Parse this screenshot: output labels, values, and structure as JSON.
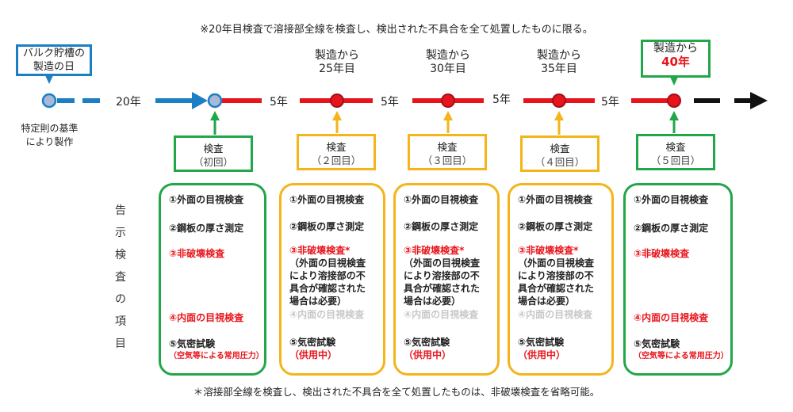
{
  "notes": {
    "top": "※20年目検査で溶接部全線を検査し、検出された不具合を全て処置したものに限る。",
    "bottom": "＊溶接部全線を検査し、検出された不具合を全て処置したものは、非破壊検査を省略可能。"
  },
  "start": {
    "label_line1": "バルク貯槽の",
    "label_line2": "製造の日",
    "note_line1": "特定則の基準",
    "note_line2": "により製作"
  },
  "timeline": {
    "first_gap": "20年",
    "gaps": [
      "5年",
      "5年",
      "5年",
      "5年"
    ],
    "milestones": [
      {
        "line1": "製造から",
        "line2": "25年目"
      },
      {
        "line1": "製造から",
        "line2": "30年目"
      },
      {
        "line1": "製造から",
        "line2": "35年目"
      }
    ],
    "last": {
      "line1": "製造から",
      "line2": "40年"
    }
  },
  "vertical_label": [
    "告",
    "示",
    "検",
    "査",
    "の",
    "項",
    "目"
  ],
  "inspections": [
    {
      "title": "検査",
      "sub": "（初回）"
    },
    {
      "title": "検査",
      "sub": "（２回目）"
    },
    {
      "title": "検査",
      "sub": "（３回目）"
    },
    {
      "title": "検査",
      "sub": "（４回目）"
    },
    {
      "title": "検査",
      "sub": "（５回目）"
    }
  ],
  "items": {
    "full": {
      "i1": "①外面の目視検査",
      "i2": "②鋼板の厚さ測定",
      "i3": "③非破壊検査",
      "i4": "④内面の目視検査",
      "i5": "⑤気密試験",
      "i5sub": "（空気等による常用圧力）"
    },
    "mid": {
      "i1": "①外面の目視検査",
      "i2": "②鋼板の厚さ測定",
      "i3": "③非破壊検査",
      "i3mark": "*",
      "i3n1": "（外面の目視検査",
      "i3n2": "により溶接部の不",
      "i3n3": "具合が確認された",
      "i3n4": "場合は必要）",
      "i4": "④内面の目視検査",
      "i5": "⑤気密試験",
      "i5sub": "（供用中）"
    }
  },
  "colors": {
    "blue": "#1c7fc4",
    "red": "#e8141b",
    "green": "#22a64a",
    "orange": "#f4b41a",
    "node_gray": "#a8b8d8"
  }
}
